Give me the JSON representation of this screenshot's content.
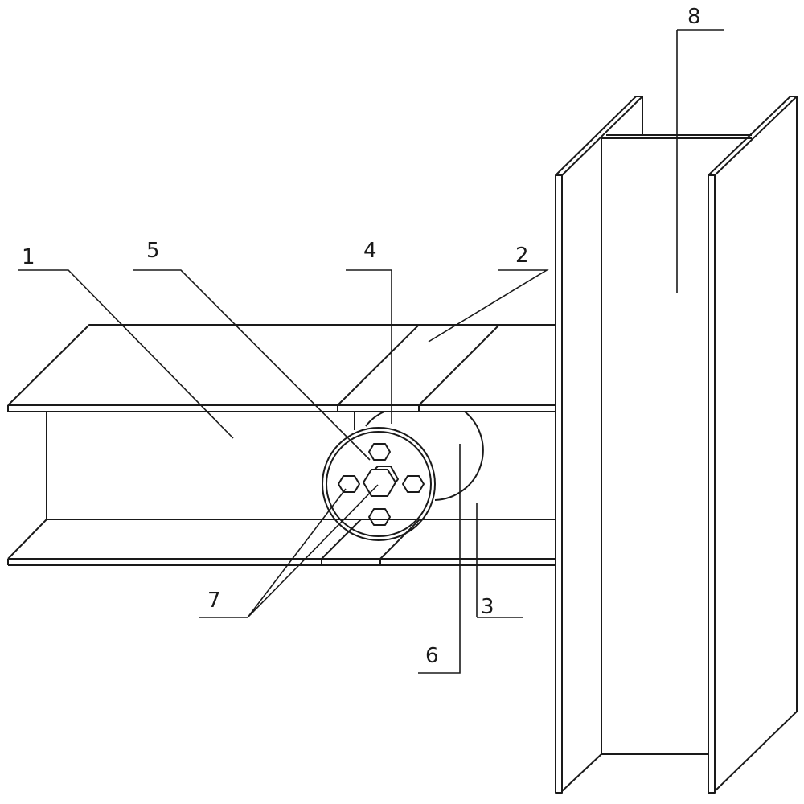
{
  "diagram": {
    "colors": {
      "line": "#1a1a1a",
      "background": "#ffffff"
    },
    "labels": [
      {
        "id": "1",
        "text": "1"
      },
      {
        "id": "2",
        "text": "2"
      },
      {
        "id": "3",
        "text": "3"
      },
      {
        "id": "4",
        "text": "4"
      },
      {
        "id": "5",
        "text": "5"
      },
      {
        "id": "6",
        "text": "6"
      },
      {
        "id": "7",
        "text": "7"
      },
      {
        "id": "8",
        "text": "8"
      }
    ]
  }
}
